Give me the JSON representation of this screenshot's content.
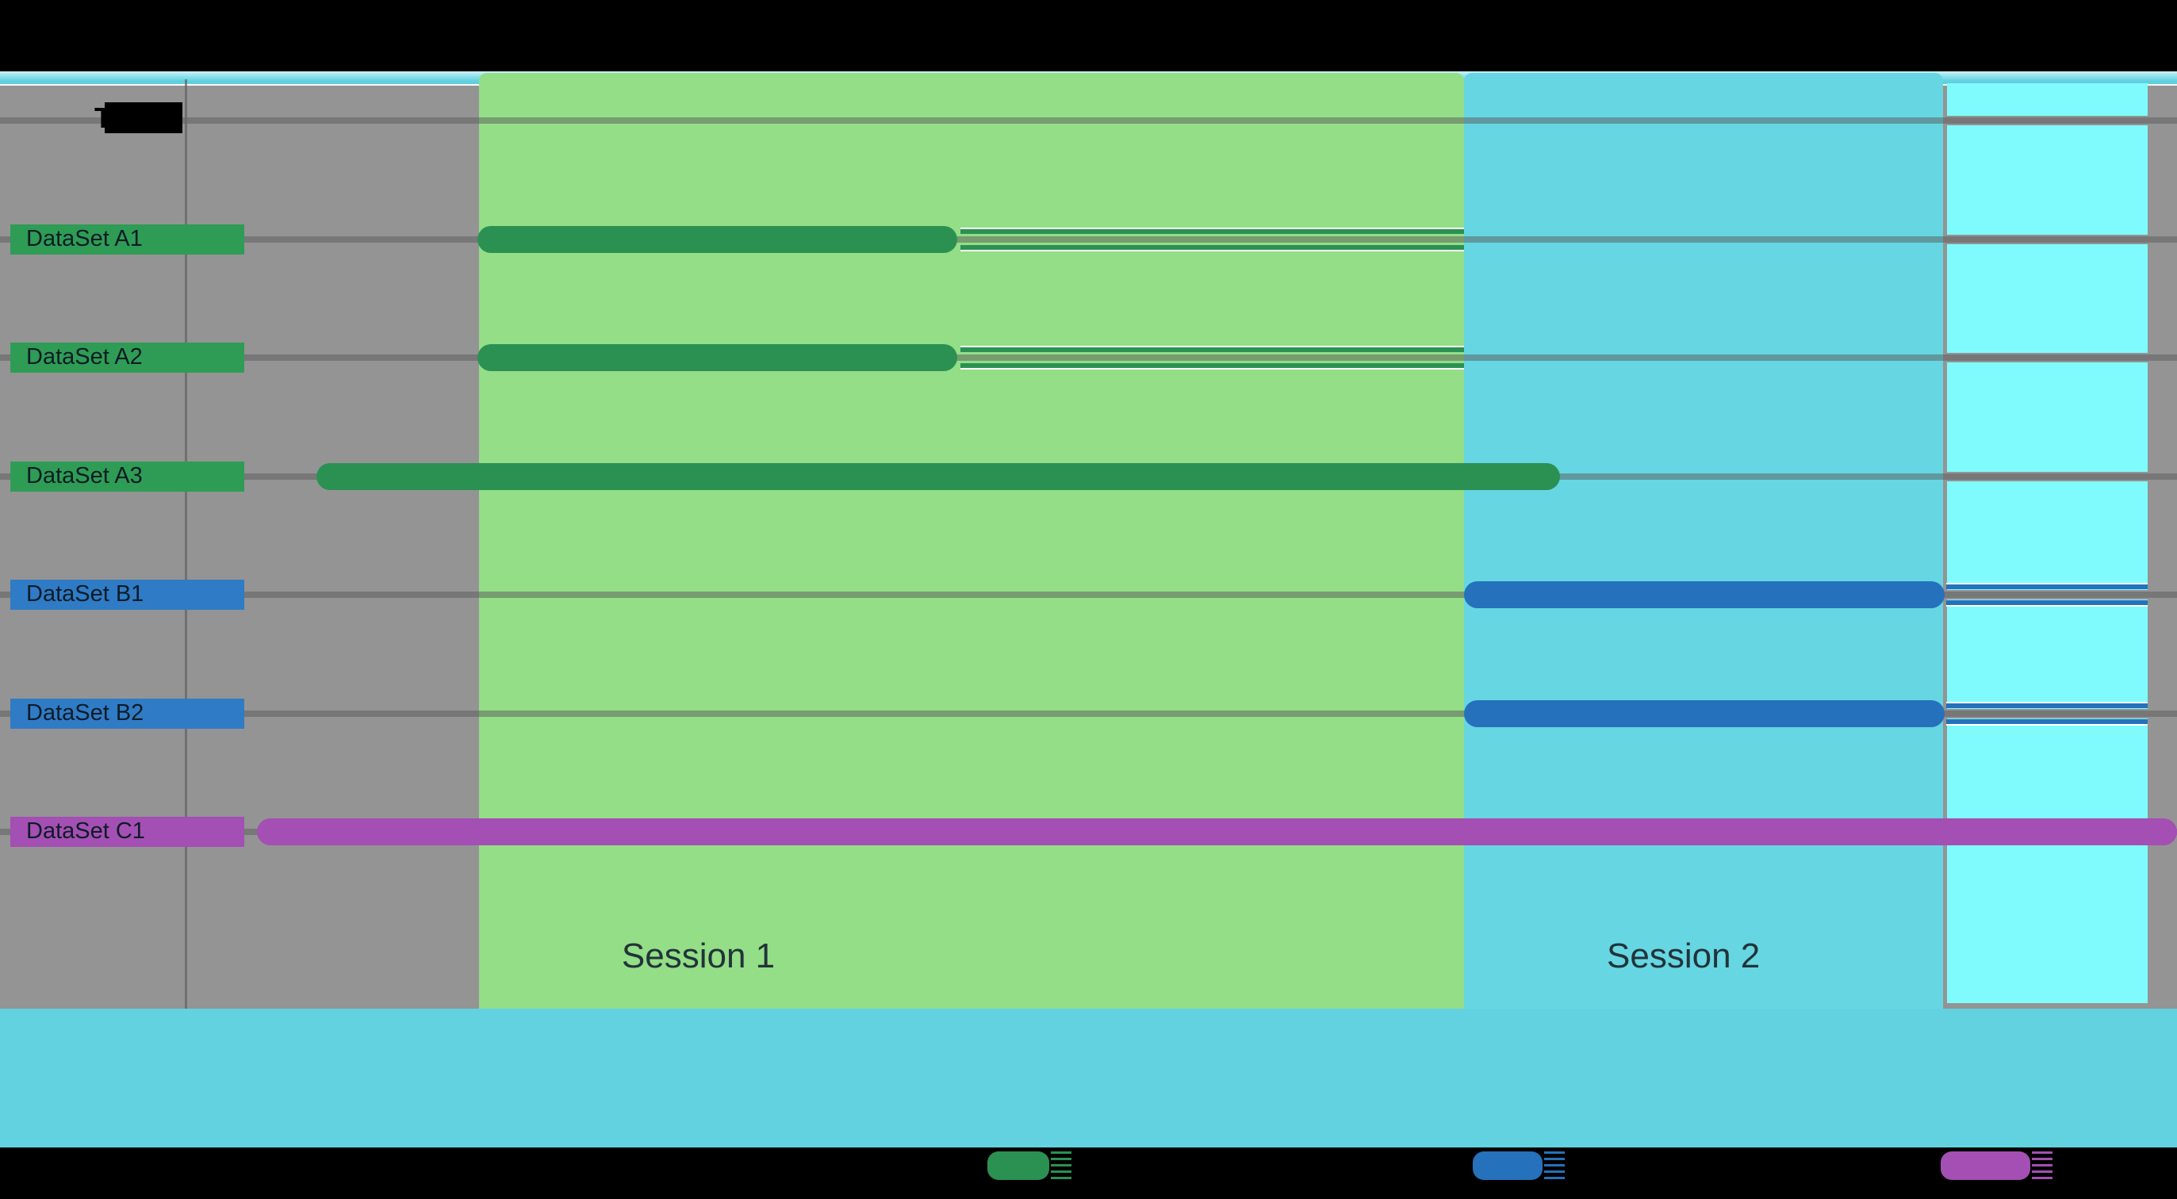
{
  "chart_data": {
    "type": "bar",
    "subtype": "horizontal-gantt-timeline",
    "title": {
      "visible_fragment": "T",
      "redacted": true
    },
    "axis": {
      "x_ticks_visible": false,
      "y_type": "category",
      "grid": true
    },
    "rows": [
      {
        "label": "T",
        "redacted": true,
        "group": "title-row",
        "solid": null,
        "hollow": null
      },
      {
        "label": "DataSet A1",
        "group": "A",
        "solid": [
          21.93,
          43.97
        ],
        "hollow": [
          44.05,
          67.25
        ]
      },
      {
        "label": "DataSet A2",
        "group": "A",
        "solid": [
          21.93,
          43.97
        ],
        "hollow": [
          44.05,
          67.25
        ]
      },
      {
        "label": "DataSet A3",
        "group": "A",
        "solid": [
          14.54,
          71.66
        ],
        "hollow": null
      },
      {
        "label": "DataSet B1",
        "group": "B",
        "solid": [
          67.25,
          89.33
        ],
        "hollow": [
          89.33,
          98.65
        ]
      },
      {
        "label": "DataSet B2",
        "group": "B",
        "solid": [
          67.25,
          89.33
        ],
        "hollow": [
          89.33,
          98.65
        ]
      },
      {
        "label": "DataSet C1",
        "group": "C",
        "solid": [
          11.8,
          100.0
        ],
        "hollow": null
      }
    ],
    "sessions": [
      {
        "label": "Session 1",
        "band": [
          22.0,
          67.25
        ]
      },
      {
        "label": "Session 2",
        "band": [
          67.25,
          89.25
        ]
      }
    ],
    "extra_band": {
      "range": [
        89.44,
        98.65
      ]
    },
    "legend": [
      {
        "group": "A",
        "label_redacted": true
      },
      {
        "group": "B",
        "label_redacted": true
      },
      {
        "group": "C",
        "label_redacted": true
      }
    ],
    "colors": {
      "group_A_bar": "#2B9153",
      "group_A_highlight": "#2F9C55",
      "group_B_bar": "#2571BB",
      "group_B_highlight": "#2F7BC6",
      "group_C_bar": "#A44FB3",
      "group_C_highlight": "#A44FB3",
      "session1_band": "#93DE86",
      "session2_band": "#66D6E2",
      "extra_band": "#7FFBFD",
      "chart_background": "#949494",
      "bottom_wide_band": "#63D2E0",
      "top_strip": "#5ED0E0",
      "gridline": "rgba(90,90,90,0.5)",
      "redaction": "#000000",
      "session_label_text": "#22333a",
      "row_label_text": "#0c1c26"
    }
  }
}
